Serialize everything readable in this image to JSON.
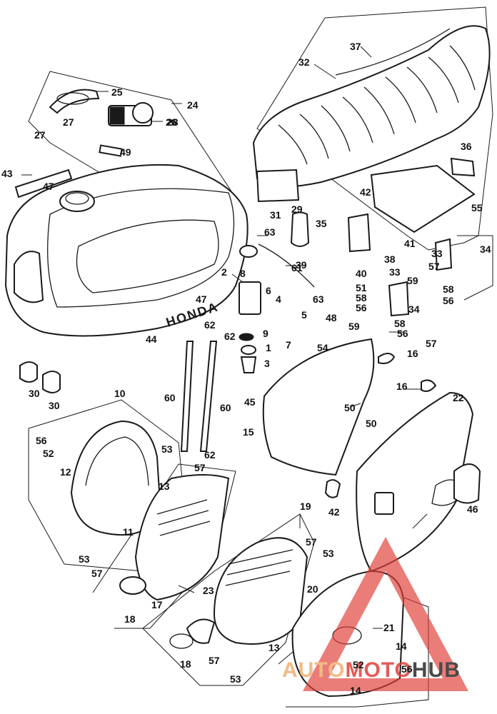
{
  "diagram": {
    "part_numbers": [
      "1",
      "2",
      "3",
      "4",
      "5",
      "6",
      "7",
      "8",
      "9",
      "10",
      "11",
      "12",
      "13",
      "14",
      "15",
      "16",
      "17",
      "18",
      "19",
      "20",
      "21",
      "22",
      "23",
      "24",
      "25",
      "26",
      "27",
      "28",
      "29",
      "30",
      "31",
      "32",
      "33",
      "34",
      "35",
      "36",
      "37",
      "38",
      "39",
      "40",
      "41",
      "42",
      "43",
      "44",
      "45",
      "46",
      "47",
      "48",
      "49",
      "50",
      "51",
      "52",
      "53",
      "54",
      "55",
      "56",
      "57",
      "58",
      "59",
      "60",
      "61",
      "62",
      "63"
    ],
    "tank_badge": "HONDA"
  },
  "watermark": {
    "brand_part_1": "AUTO",
    "brand_part_2": "MOTO",
    "brand_part_3": "HUB",
    "color_primary": "#e0403a",
    "color_secondary": "#f0b070",
    "color_dark": "#2b2b2b"
  }
}
